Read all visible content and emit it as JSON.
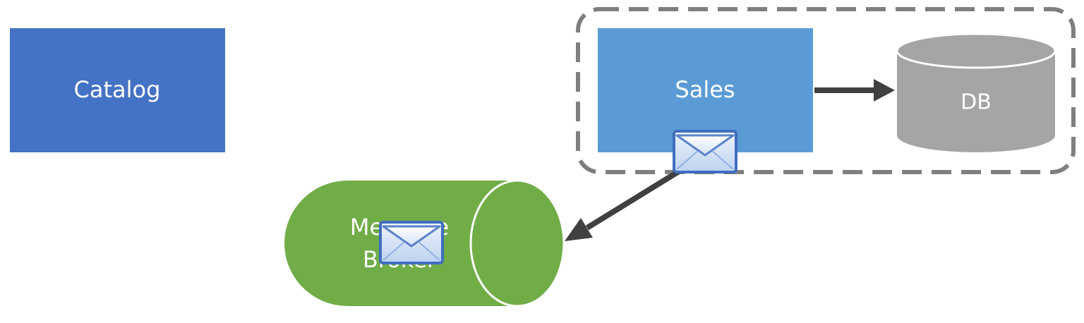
{
  "nodes": {
    "catalog": {
      "label": "Catalog",
      "color": "#4472C4"
    },
    "sales": {
      "label": "Sales",
      "color": "#5B9BD5"
    },
    "db": {
      "label": "DB",
      "color": "#A5A5A5"
    },
    "broker": {
      "label_line1": "Message",
      "label_line2": "Broker",
      "color": "#70AD47"
    }
  },
  "boundary": {
    "style": "dashed",
    "color": "#7F7F7F"
  },
  "connectors": [
    {
      "from": "sales",
      "to": "db",
      "color": "#404040"
    },
    {
      "from": "sales",
      "to": "broker",
      "color": "#404040"
    }
  ],
  "icons": {
    "message": "envelope-icon"
  }
}
